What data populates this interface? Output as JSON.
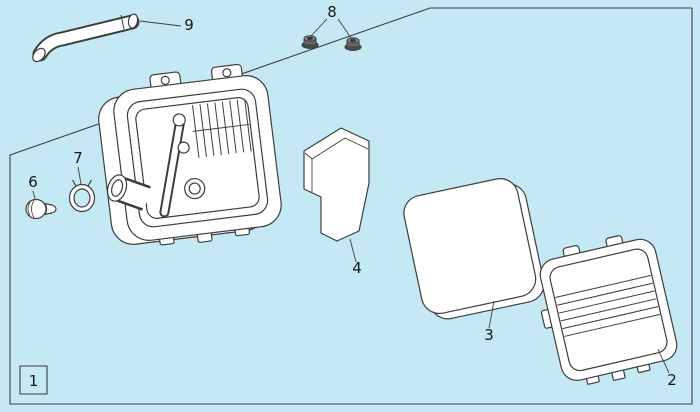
{
  "diagram": {
    "background_color": "#c5e9f4",
    "line_color": "#3d3d3d"
  },
  "callouts": {
    "part1": "1",
    "part2": "2",
    "part3": "3",
    "part4": "4",
    "part6": "6",
    "part7": "7",
    "part8": "8",
    "part9": "9"
  }
}
